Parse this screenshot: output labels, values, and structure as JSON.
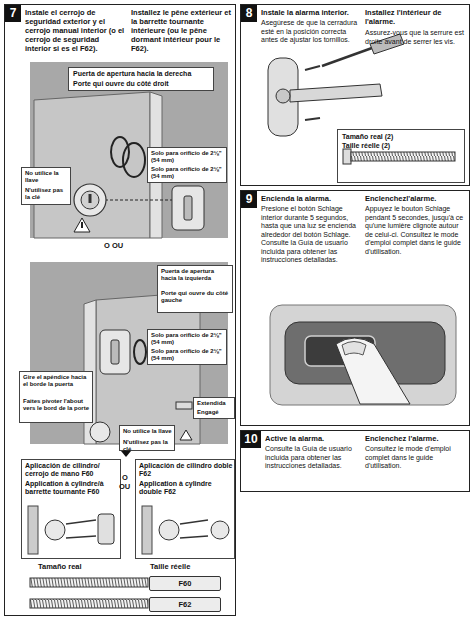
{
  "diagram": {
    "nodes": [
      {
        "text": [
          "7",
          "Instale el cerrojo de seguridad exterior y el cerrojo manual interior (o el cerrojo de seguridad interior si es el F62).",
          "Installez le pêne extérieur et la barrette tournante intérieure (ou le pêne dormant intérieur pour le F62)."
        ]
      },
      {
        "text": [
          "Puerta de apertura hacia la derecha",
          "Porte qui ouvre du côté droit"
        ],
        "in": 0
      },
      {
        "text": [
          "No utilice la llave",
          "N'utilisez pas la clé"
        ],
        "in": 0
      },
      {
        "text": [
          "Solo para orificio de 2⅛\" (54 mm)",
          "Solo para orificio de 2⅛\" (54 mm)"
        ],
        "in": 0
      },
      {
        "text": [
          "Puerta de apertura hacia la izquierda",
          "Porte qui ouvre du côté gauche"
        ],
        "in": 0
      },
      {
        "text": [
          "Gire el apéndice hacia el borde la puerta",
          "Faites pivoter l'about vers le bord de la porte"
        ],
        "in": 0
      },
      {
        "text": [
          "Solo para orificio de 2⅛\" (54 mm)",
          "Solo para orificio de 2⅛\" (54 mm)"
        ],
        "in": 0
      },
      {
        "text": [
          "Extendida",
          "Engagé"
        ],
        "in": 0
      },
      {
        "text": [
          "No utilice la llave",
          "N'utilisez pas la clé"
        ],
        "in": 0
      },
      {
        "text": [
          "Aplicación de cilindro/ cerrojo de mano F60",
          "Application à cylindre/à barrette tournante F60"
        ],
        "in": 0
      },
      {
        "text": [
          "Aplicación de cilindro doble F62",
          "Application à cylindre double F62"
        ],
        "in": 0
      },
      {
        "text": [
          "F60"
        ],
        "in": 0
      },
      {
        "text": [
          "F62"
        ],
        "in": 0
      },
      {
        "text": [
          "8",
          "Instale la alarma interior.",
          "Asegúrese de que la cerradura esté en la posición correcta antes de ajustar los tornillos.",
          "Installez l'intérieur de l'alarme.",
          "Assurez-vous que la serrure est droite avant de serrer les vis."
        ]
      },
      {
        "text": [
          "Tamaño real (2)",
          "Taille réelle (2)"
        ],
        "in": 13
      },
      {
        "text": [
          "9",
          "Encienda la alarma.",
          "Presione el botón Schlage interior durante 5 segundos, hasta que una luz se encienda alrededor del botón Schlage. Consulte la Guía de usuario incluida para obtener las instrucciones detalladas.",
          "Enclenchezl'alarme.",
          "Appuyez le bouton Schlage pendant 5 secondes, jusqu'à ce qu'une lumière clignote autour de celui-ci. Consultez le mode d'emploi complet dans le guide d'utilisation."
        ]
      },
      {
        "text": [
          "10",
          "Active la alarma.",
          "Consulte la Guía de usuario incluida para obtener las instrucciones detalladas.",
          "Enclenchez l'alarme.",
          "Consultez le mode d'emploi complet dans le guide d'utilisation."
        ]
      }
    ],
    "labels": [
      "O OU",
      "O",
      "OU",
      "Tamaño real",
      "Taille réelle"
    ]
  }
}
